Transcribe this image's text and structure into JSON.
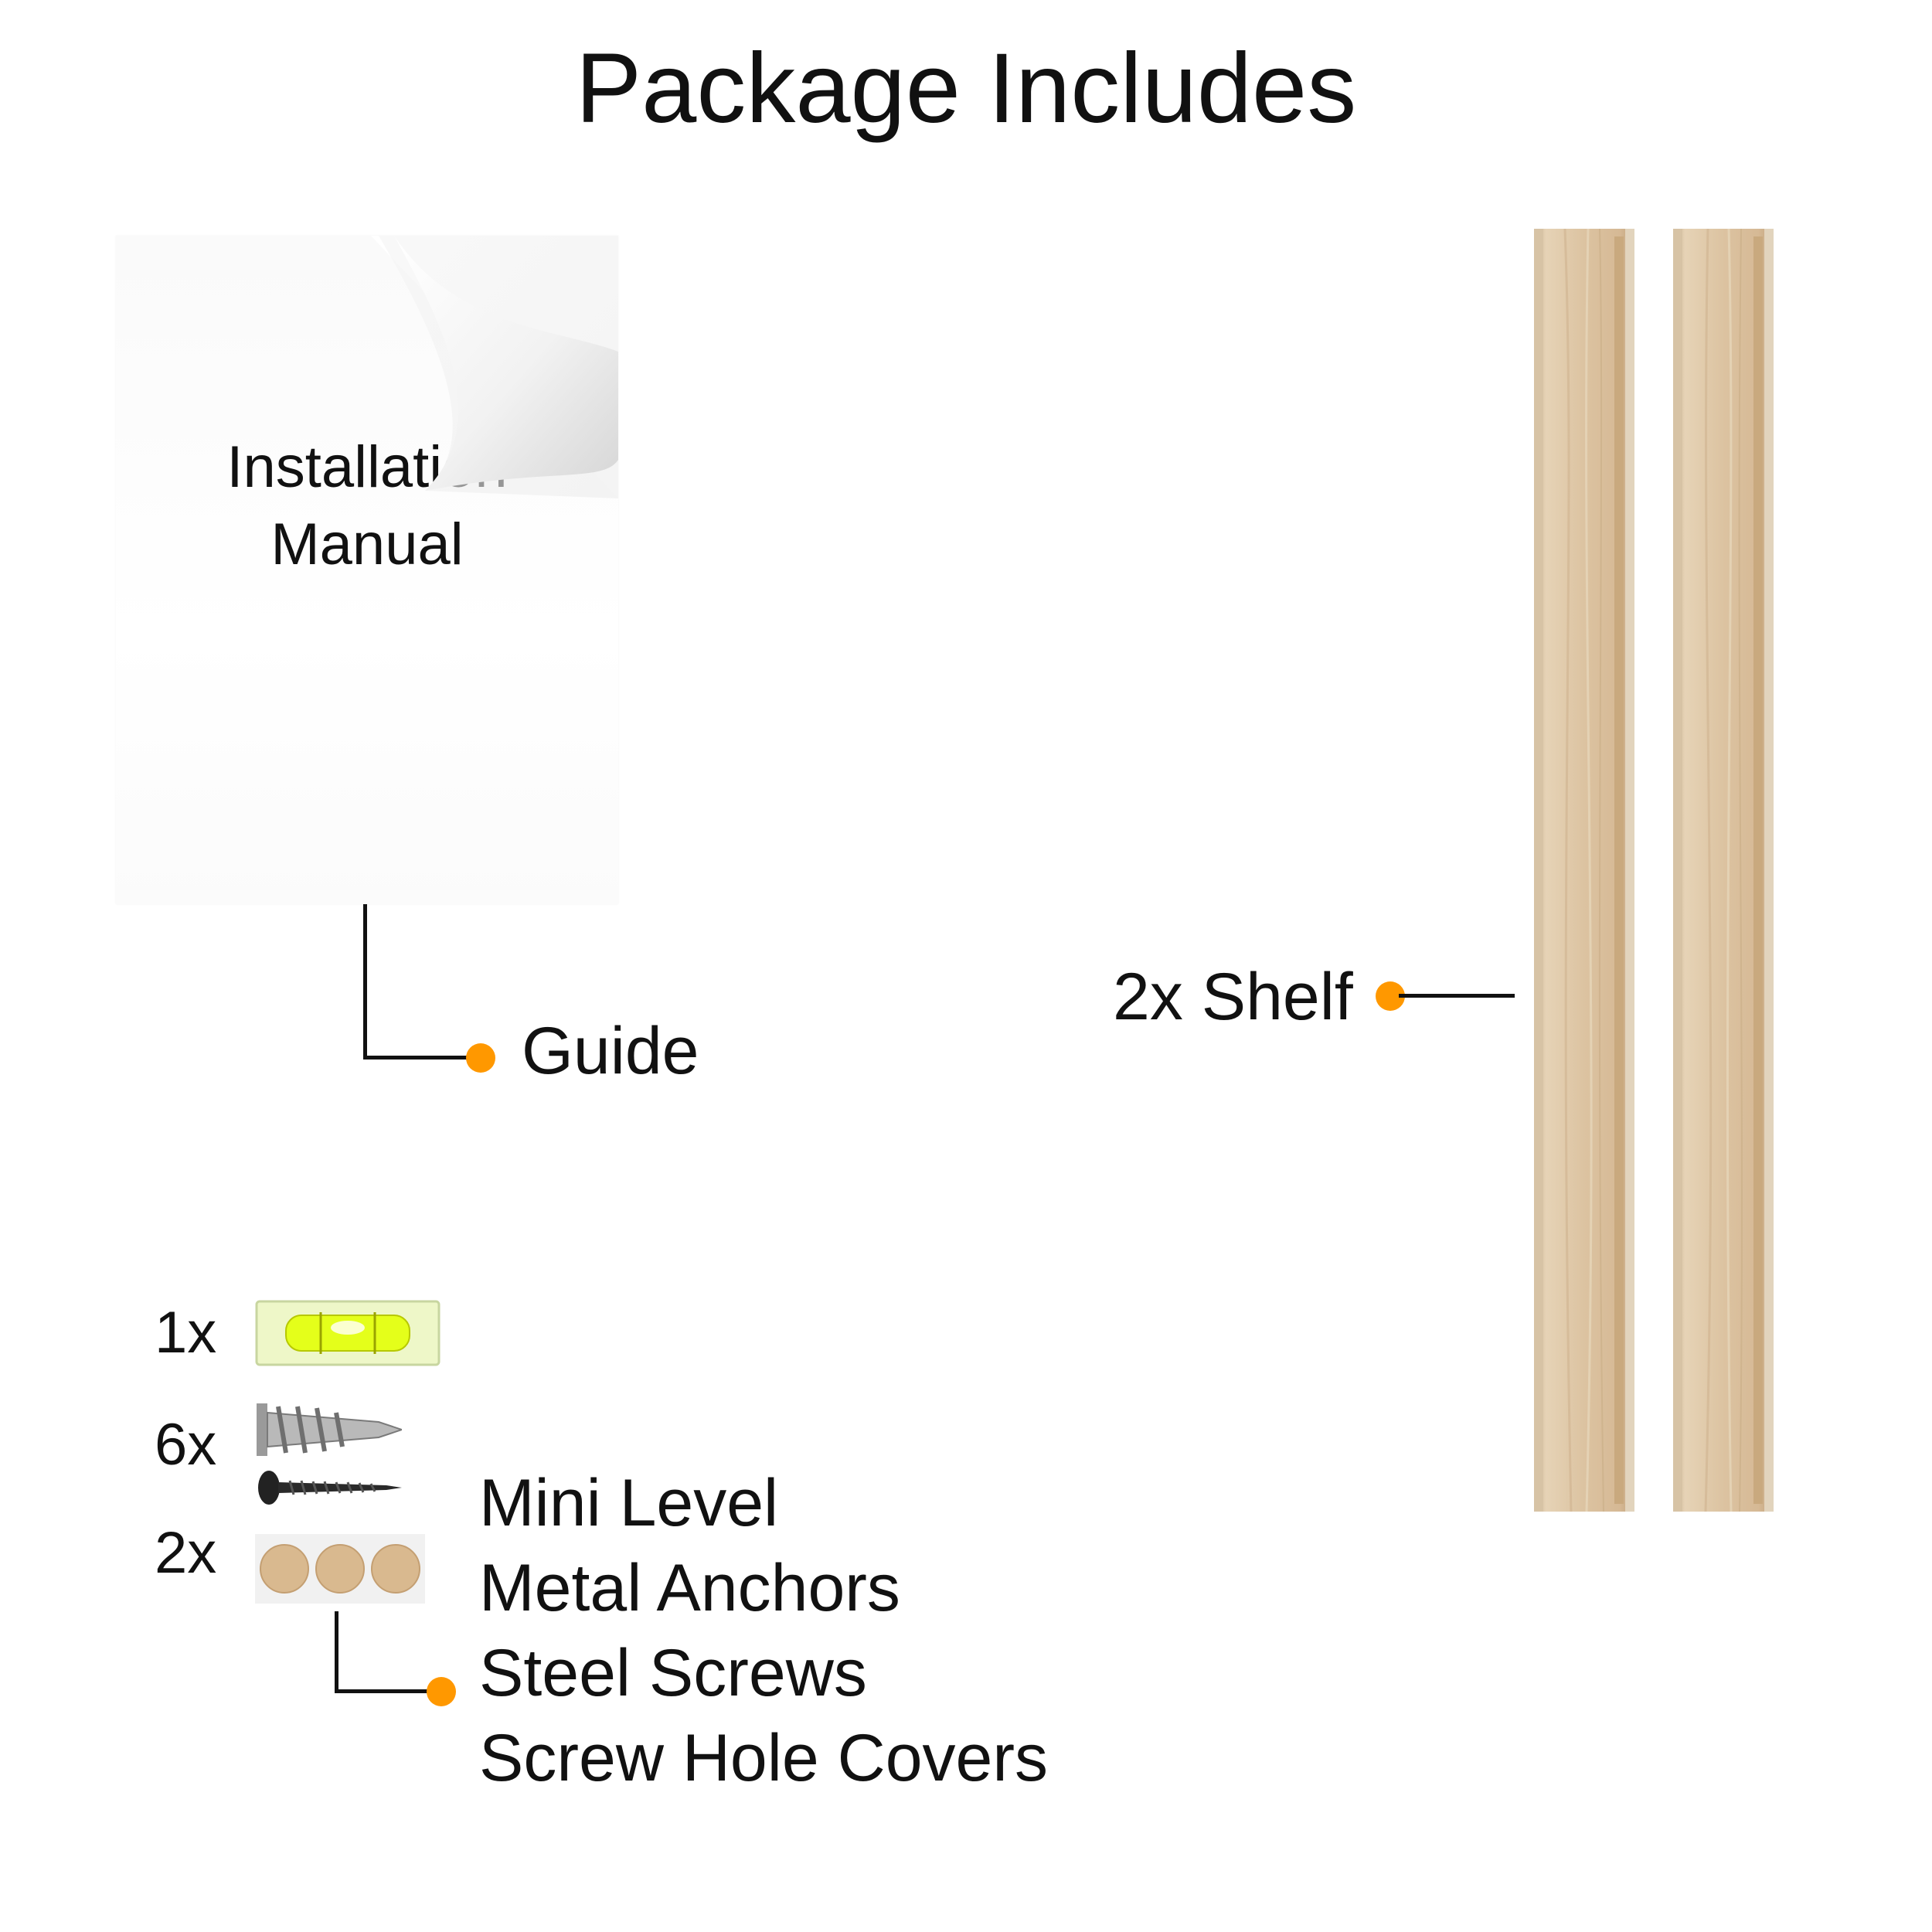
{
  "title": "Package Includes",
  "accent_color": "#ff9800",
  "manual": {
    "text_line1": "Installation",
    "text_line2": "Manual",
    "label": "Guide"
  },
  "shelf": {
    "label": "2x Shelf",
    "wood_color": "#dcc3a1"
  },
  "hardware": {
    "quantities": [
      "1x",
      "6x",
      "2x"
    ],
    "items": [
      "Mini Level",
      "Metal Anchors",
      "Steel Screws",
      "Screw Hole Covers"
    ],
    "icons": [
      "bubble-level-icon",
      "wall-anchor-icon",
      "screw-icon",
      "hole-cover-icon"
    ]
  }
}
